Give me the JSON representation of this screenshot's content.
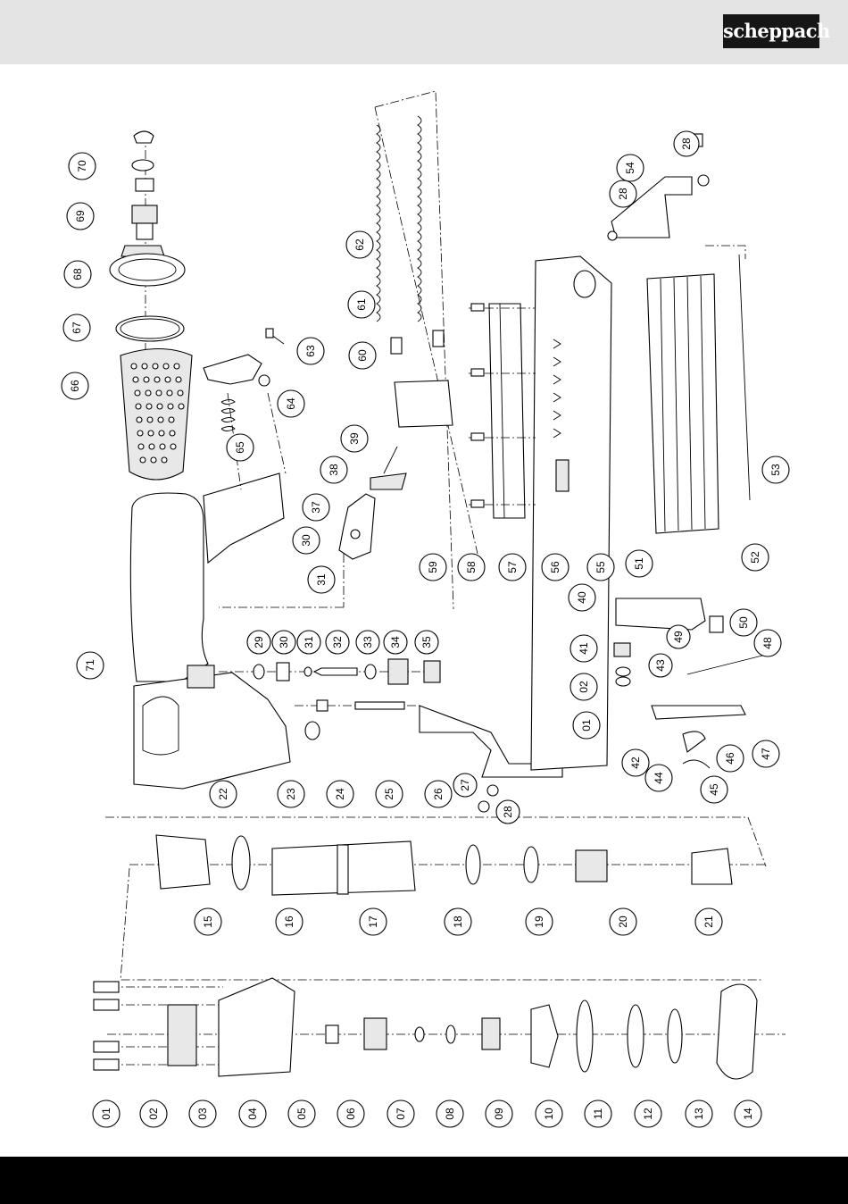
{
  "brand": {
    "logo_text": "scheppach"
  },
  "diagram": {
    "part_labels": [
      "70",
      "69",
      "68",
      "67",
      "66",
      "63",
      "64",
      "65",
      "62",
      "61",
      "60",
      "39",
      "38",
      "37",
      "30",
      "31",
      "71",
      "29",
      "30",
      "31",
      "32",
      "33",
      "34",
      "35",
      "24",
      "25",
      "26",
      "27",
      "28",
      "22",
      "23",
      "59",
      "58",
      "57",
      "56",
      "55",
      "28",
      "54",
      "28",
      "53",
      "52",
      "51",
      "50",
      "40",
      "41",
      "02",
      "01",
      "49",
      "48",
      "43",
      "42",
      "44",
      "45",
      "46",
      "47",
      "15",
      "16",
      "17",
      "18",
      "19",
      "20",
      "21",
      "01",
      "02",
      "03",
      "04",
      "05",
      "06",
      "07",
      "08",
      "09",
      "10",
      "11",
      "12",
      "13",
      "14"
    ],
    "icons": [
      "exploded-parts-drawing"
    ]
  }
}
